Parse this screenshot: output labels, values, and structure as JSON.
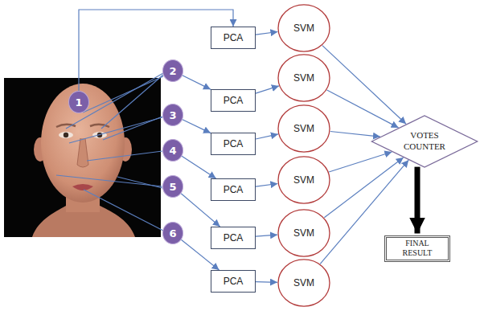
{
  "diagram": {
    "nodes": [
      {
        "text": [
          "1"
        ]
      },
      {
        "text": [
          "2"
        ]
      },
      {
        "text": [
          "3"
        ]
      },
      {
        "text": [
          "4"
        ]
      },
      {
        "text": [
          "5"
        ]
      },
      {
        "text": [
          "6"
        ]
      },
      {
        "text": [
          "PCA"
        ]
      },
      {
        "text": [
          "PCA"
        ]
      },
      {
        "text": [
          "PCA"
        ]
      },
      {
        "text": [
          "PCA"
        ]
      },
      {
        "text": [
          "PCA"
        ]
      },
      {
        "text": [
          "PCA"
        ]
      },
      {
        "text": [
          "SVM"
        ]
      },
      {
        "text": [
          "SVM"
        ]
      },
      {
        "text": [
          "SVM"
        ]
      },
      {
        "text": [
          "SVM"
        ]
      },
      {
        "text": [
          "SVM"
        ]
      },
      {
        "text": [
          "SVM"
        ]
      },
      {
        "text": [
          "VOTES COUNTER"
        ]
      },
      {
        "text": [
          "FINAL RESULT"
        ]
      }
    ],
    "edges": [
      {
        "from": 0,
        "to": 6,
        "arrow": "to"
      },
      {
        "from": 1,
        "to": 7,
        "arrow": "to"
      },
      {
        "from": 2,
        "to": 8,
        "arrow": "to"
      },
      {
        "from": 3,
        "to": 9,
        "arrow": "to"
      },
      {
        "from": 4,
        "to": 10,
        "arrow": "to"
      },
      {
        "from": 5,
        "to": 11,
        "arrow": "to"
      },
      {
        "from": 6,
        "to": 12,
        "arrow": "to"
      },
      {
        "from": 7,
        "to": 13,
        "arrow": "to"
      },
      {
        "from": 8,
        "to": 14,
        "arrow": "to"
      },
      {
        "from": 9,
        "to": 15,
        "arrow": "to"
      },
      {
        "from": 10,
        "to": 16,
        "arrow": "to"
      },
      {
        "from": 11,
        "to": 17,
        "arrow": "to"
      },
      {
        "from": 12,
        "to": 18,
        "arrow": "to"
      },
      {
        "from": 13,
        "to": 18,
        "arrow": "to"
      },
      {
        "from": 14,
        "to": 18,
        "arrow": "to"
      },
      {
        "from": 15,
        "to": 18,
        "arrow": "to"
      },
      {
        "from": 16,
        "to": 18,
        "arrow": "to"
      },
      {
        "from": 17,
        "to": 18,
        "arrow": "to"
      },
      {
        "from": 18,
        "to": 19,
        "arrow": "to"
      }
    ]
  }
}
